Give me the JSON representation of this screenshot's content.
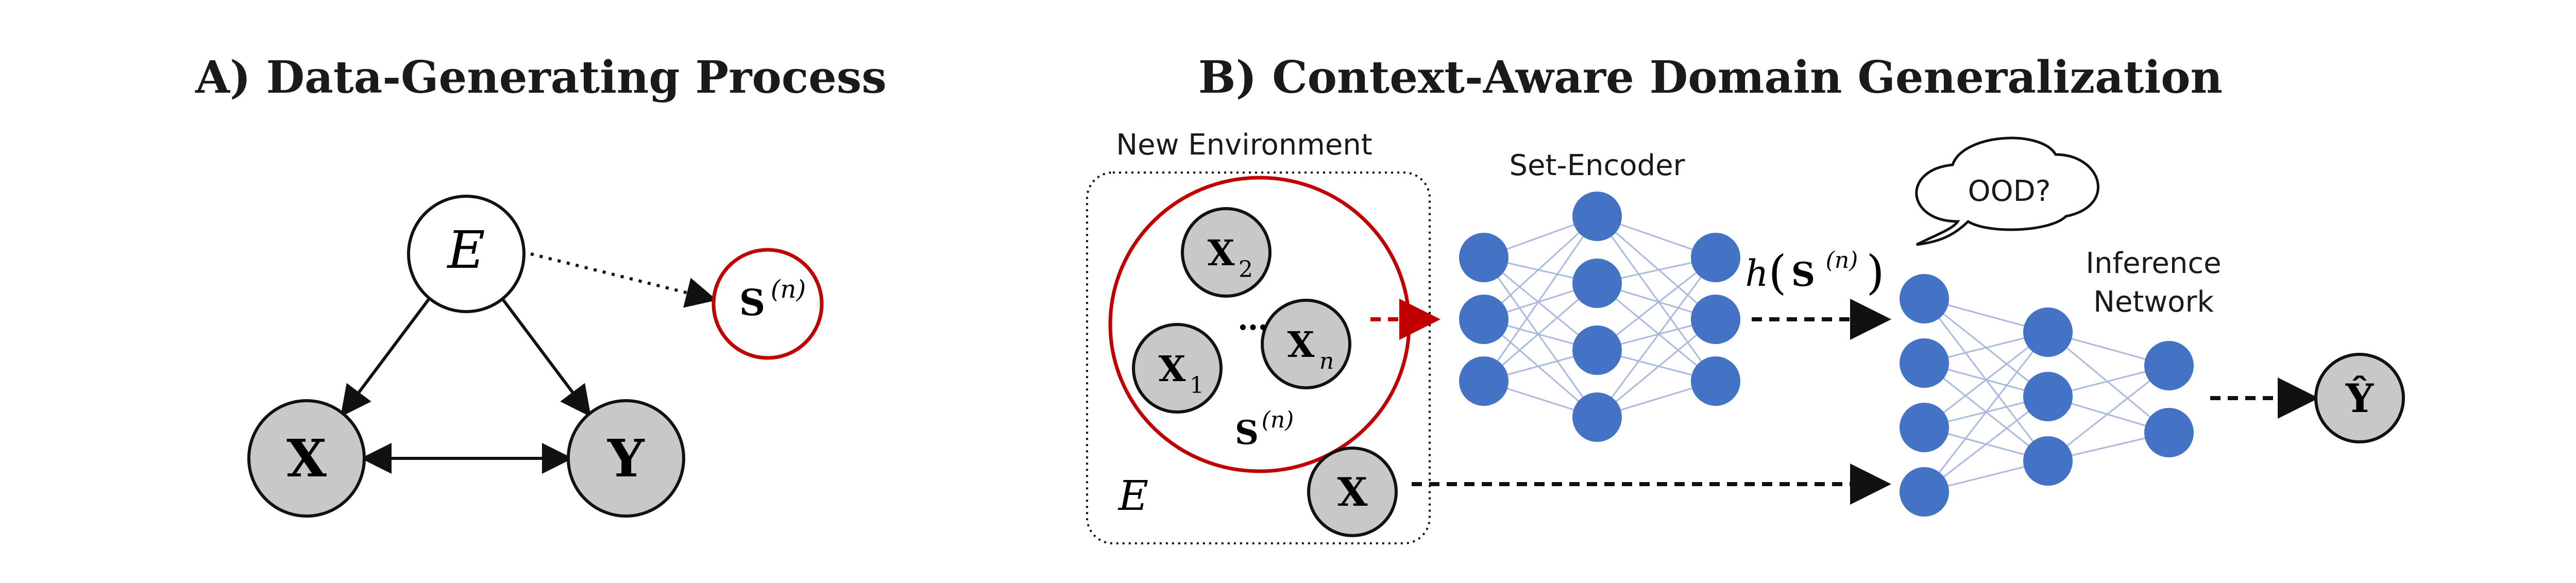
{
  "panel_a": {
    "title": "A) Data-Generating Process",
    "nodes": {
      "E": "E",
      "S": "S",
      "S_sup": "(n)",
      "X": "X",
      "Y": "Y"
    }
  },
  "panel_b": {
    "title": "B) Context-Aware Domain Generalization",
    "environment_label": "New Environment",
    "environment_E": "E",
    "set_nodes": {
      "x2": "X",
      "x2_sub": "2",
      "xn": "X",
      "xn_sub": "n",
      "x1": "X",
      "x1_sub": "1",
      "dots": "…"
    },
    "set_label_S": "S",
    "set_label_sup": "(n)",
    "query_X": "X",
    "set_encoder_label": "Set-Encoder",
    "h_label_h": "h",
    "h_label_S": "S",
    "h_label_sup": "(n)",
    "ood_bubble": "OOD?",
    "inference_label_line1": "Inference",
    "inference_label_line2": "Network",
    "output_Y": "Ŷ"
  },
  "colors": {
    "accent_red": "#c00000",
    "node_blue": "#4472c4",
    "node_gray": "#c8c8c8",
    "edge_light": "#a9b9e0"
  }
}
